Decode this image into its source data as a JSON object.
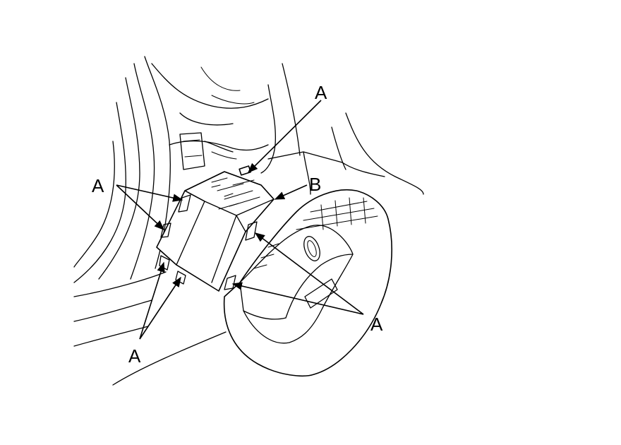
{
  "callouts": {
    "a_top": "A",
    "a_left": "A",
    "b_right": "B",
    "a_right": "A",
    "a_bottom": "A"
  }
}
